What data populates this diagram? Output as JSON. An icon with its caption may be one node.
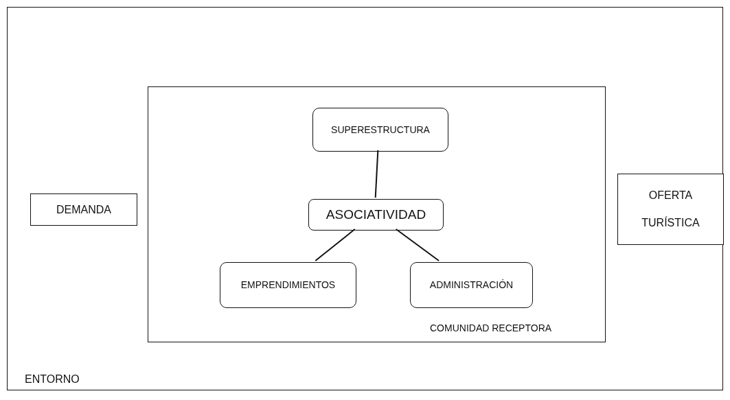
{
  "diagram": {
    "nodes": [
      {
        "text": [
          "ENTORNO"
        ]
      },
      {
        "text": [
          "COMUNIDAD RECEPTORA"
        ],
        "in": 0
      },
      {
        "text": [
          "SUPERESTRUCTURA"
        ],
        "in": 1
      },
      {
        "text": [
          "ASOCIATIVIDAD"
        ],
        "in": 1
      },
      {
        "text": [
          "EMPRENDIMIENTOS"
        ],
        "in": 1
      },
      {
        "text": [
          "ADMINISTRACIÓN"
        ],
        "in": 1
      },
      {
        "text": [
          "DEMANDA"
        ],
        "in": 0
      },
      {
        "text": [
          "OFERTA TURÍSTICA"
        ],
        "in": 0
      }
    ],
    "edges": [
      {
        "from": 2,
        "to": 3,
        "arrow": "none"
      },
      {
        "from": 3,
        "to": 4,
        "arrow": "none"
      },
      {
        "from": 3,
        "to": 5,
        "arrow": "none"
      }
    ]
  }
}
